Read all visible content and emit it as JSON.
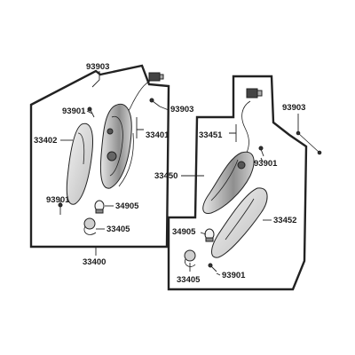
{
  "diagram": {
    "left_assembly": {
      "assembly_label": "33400",
      "callouts": {
        "screw_top_outer": "93903",
        "screw_right": "93903",
        "screw_upper": "93901",
        "lens": "33402",
        "housing": "33401",
        "screw_lower": "93901",
        "bulb": "34905",
        "socket": "33405"
      }
    },
    "right_assembly": {
      "assembly_label": "33450",
      "callouts": {
        "clip_far_right": "93903",
        "housing": "33451",
        "screw_upper": "93901",
        "lens": "33452",
        "bulb": "34905",
        "socket": "33405",
        "screw_lower": "93901"
      }
    },
    "colors": {
      "line": "#222222",
      "lens_shade": "#d9d9d9",
      "housing_shade": "#9a9a9a",
      "background": "#ffffff"
    }
  }
}
